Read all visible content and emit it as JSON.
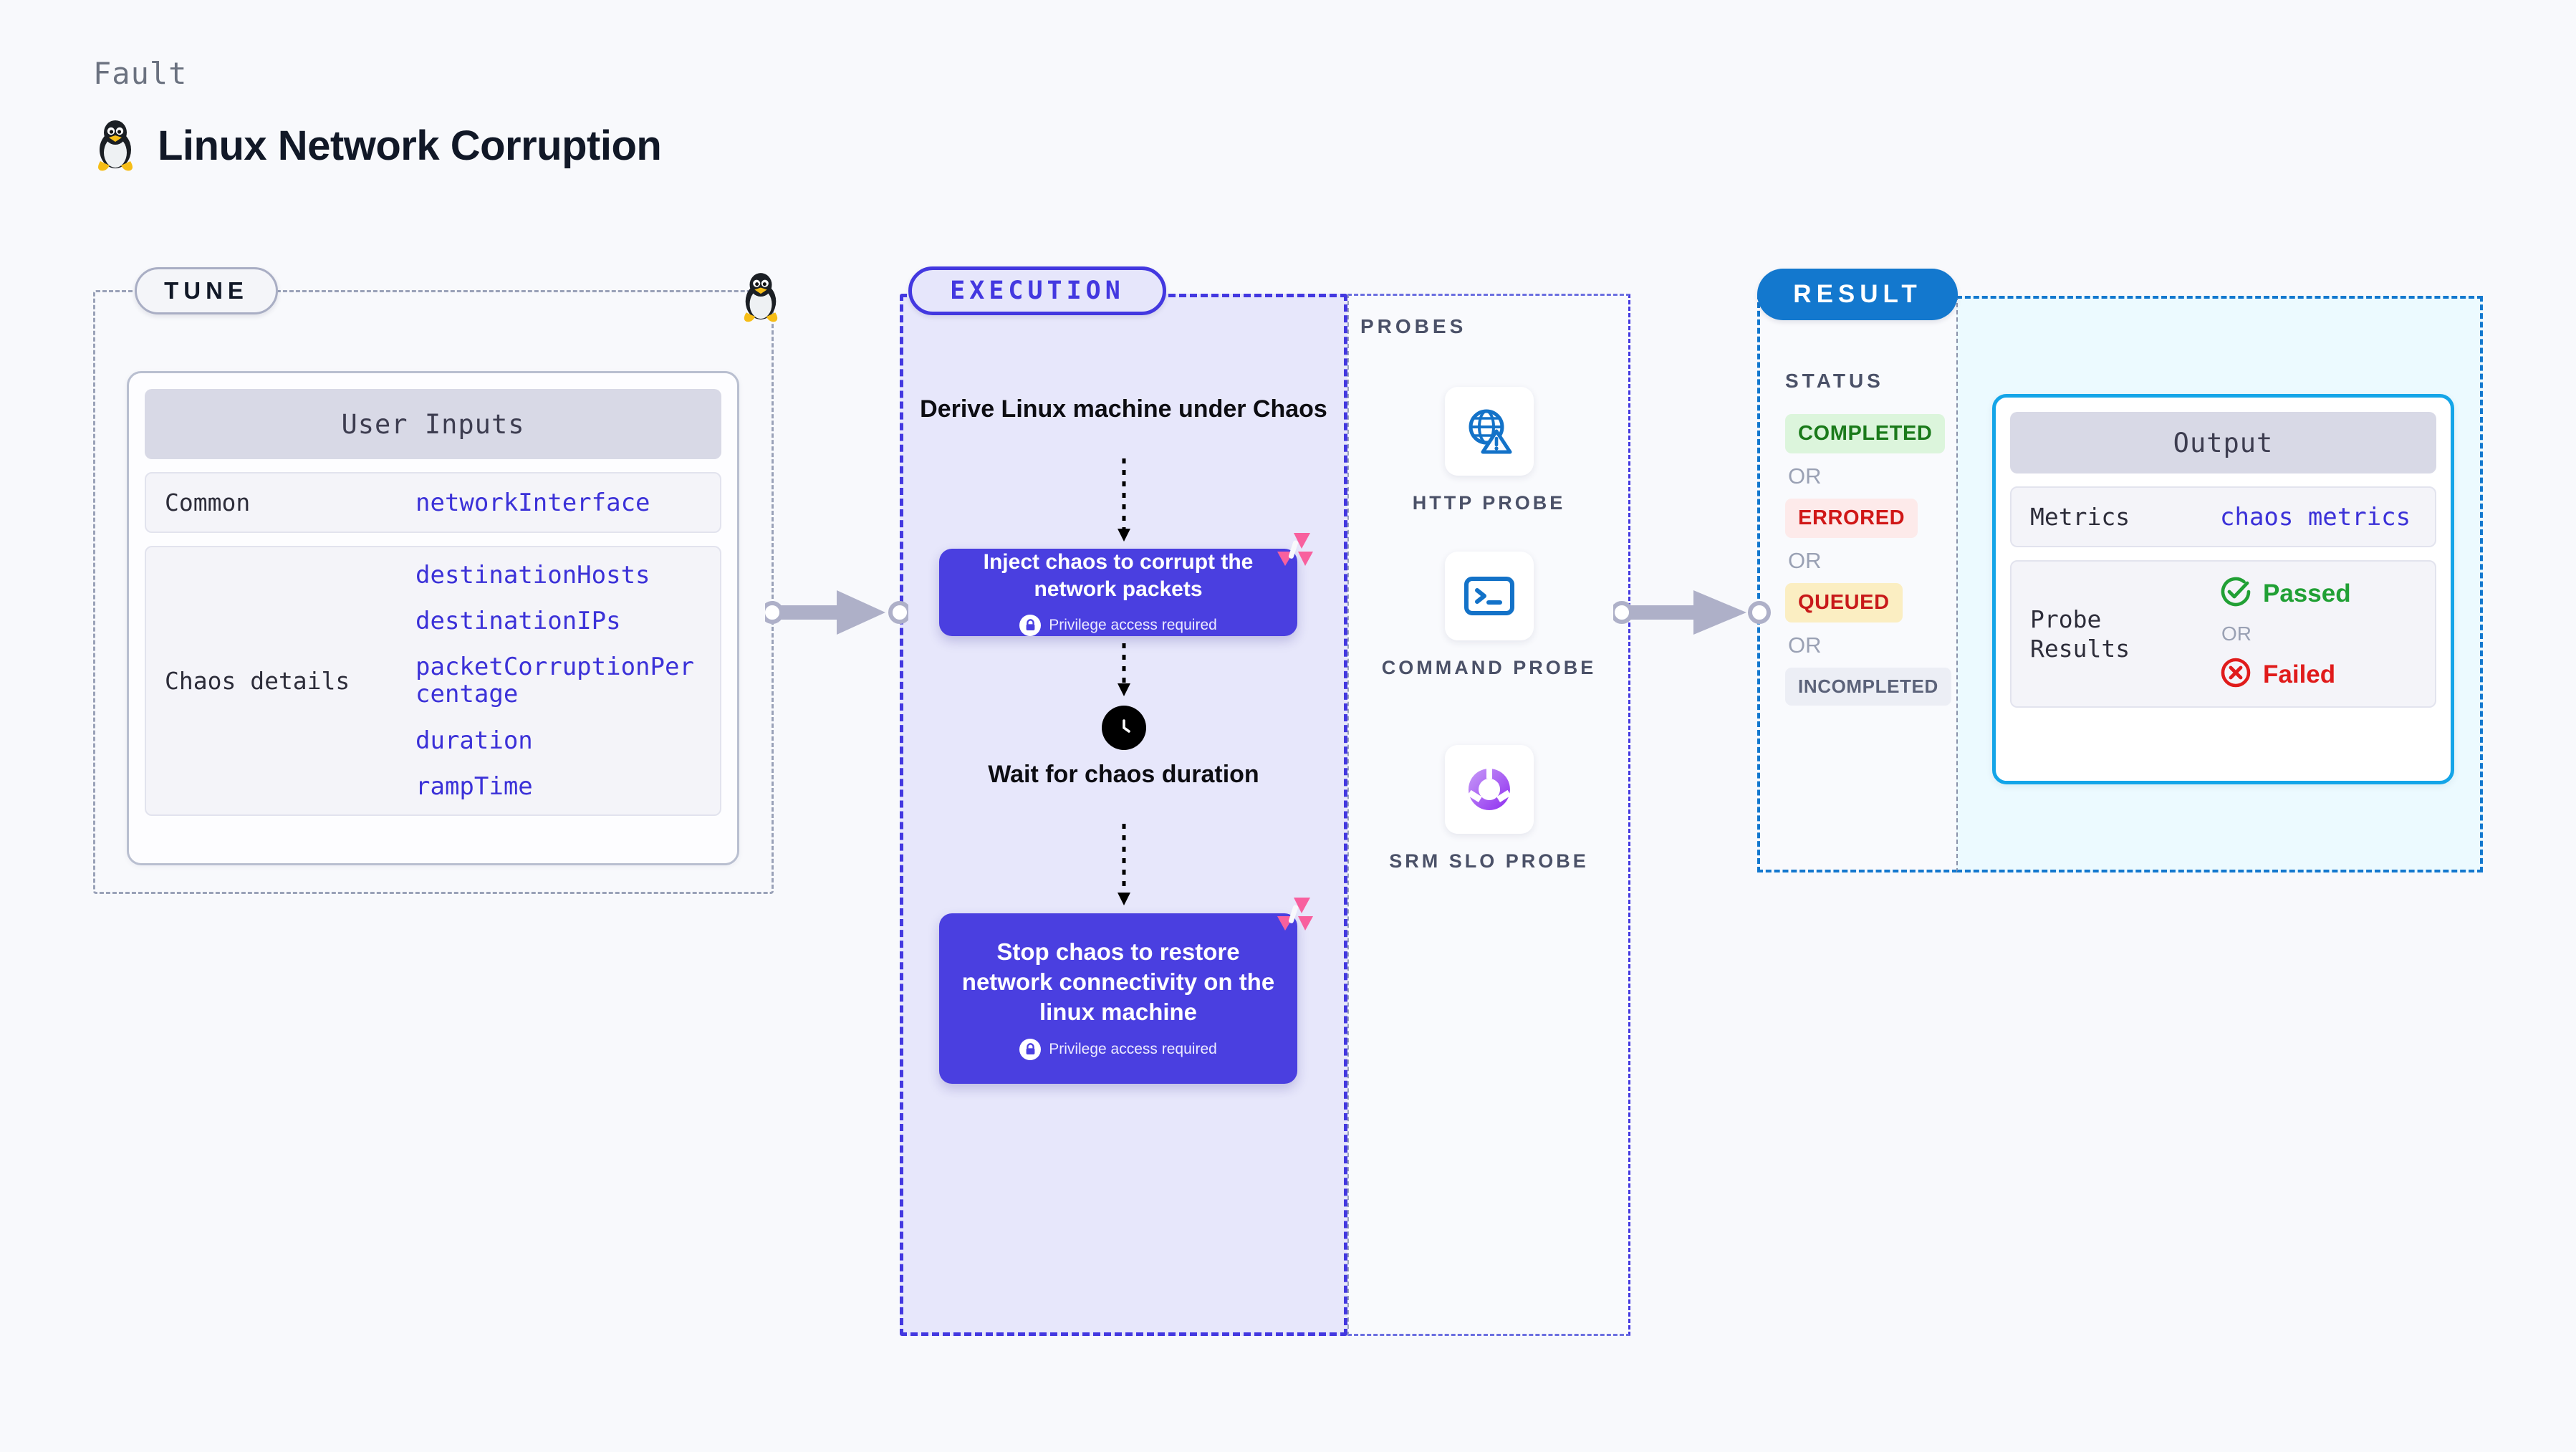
{
  "header": {
    "kicker": "Fault",
    "title": "Linux Network Corruption",
    "icon": "linux-penguin-icon"
  },
  "tune": {
    "pill_label": "TUNE",
    "card_title": "User Inputs",
    "rows": [
      {
        "key": "Common",
        "values": [
          "networkInterface"
        ]
      },
      {
        "key": "Chaos details",
        "values": [
          "destinationHosts",
          "destinationIPs",
          "packetCorruptionPercentage",
          "duration",
          "rampTime"
        ]
      }
    ]
  },
  "execution": {
    "pill_label": "EXECUTION",
    "steps": [
      {
        "type": "label",
        "text": "Derive Linux machine under Chaos"
      },
      {
        "type": "node",
        "text": "Inject chaos to corrupt the network packets",
        "privilege": "Privilege access required"
      },
      {
        "type": "wait",
        "text": "Wait for chaos duration",
        "icon": "clock-icon"
      },
      {
        "type": "node",
        "text": "Stop chaos to restore network connectivity on the linux machine",
        "privilege": "Privilege access required"
      }
    ]
  },
  "probes": {
    "label": "PROBES",
    "items": [
      {
        "name": "HTTP PROBE",
        "icon": "globe-alert-icon"
      },
      {
        "name": "COMMAND PROBE",
        "icon": "terminal-icon"
      },
      {
        "name": "SRM SLO PROBE",
        "icon": "slo-donut-check-icon"
      }
    ]
  },
  "result": {
    "pill_label": "RESULT",
    "status_label": "STATUS",
    "or_label": "OR",
    "statuses": [
      {
        "text": "COMPLETED",
        "bg": "#dcf5dc",
        "fg": "#1a7a1a"
      },
      {
        "text": "ERRORED",
        "bg": "#fdeaea",
        "fg": "#d01717"
      },
      {
        "text": "QUEUED",
        "bg": "#fbeec2",
        "fg": "#c81a1a"
      },
      {
        "text": "INCOMPLETED",
        "bg": "#eceef5",
        "fg": "#5b6279"
      }
    ]
  },
  "output": {
    "card_title": "Output",
    "metrics_key": "Metrics",
    "metrics_value": "chaos metrics",
    "probe_results_key": "Probe Results",
    "or_label": "OR",
    "passed": {
      "text": "Passed",
      "color": "#21a035",
      "icon": "check-circle-icon"
    },
    "failed": {
      "text": "Failed",
      "color": "#e01b1b",
      "icon": "x-circle-icon"
    }
  },
  "colors": {
    "accent_purple": "#4338e0",
    "accent_blue": "#1378ce",
    "litmus_pink": "#f8609e"
  }
}
